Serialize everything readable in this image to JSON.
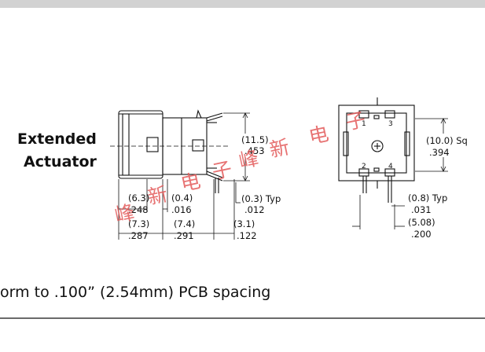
{
  "label": {
    "line1": "Extended",
    "line2": "Actuator"
  },
  "side_view": {
    "height_mm": "(11.5)",
    "height_in": ".453",
    "thk_mm": "(0.3) Typ",
    "thk_in": ".012",
    "d1_mm": "(6.3)",
    "d1_in": ".248",
    "d2_mm": "(0.4)",
    "d2_in": ".016",
    "d3_mm": "(7.3)",
    "d3_in": ".287",
    "d4_mm": "(7.4)",
    "d4_in": ".291",
    "d5_mm": "(3.1)",
    "d5_in": ".122"
  },
  "top_view": {
    "size_mm": "(10.0) Sq",
    "size_in": ".394",
    "pin_mm": "(0.8) Typ",
    "pin_in": ".031",
    "pitch_mm": "(5.08)",
    "pitch_in": ".200",
    "pin_labels": [
      "1",
      "3",
      "2",
      "4"
    ]
  },
  "caption": "orm to .100” (2.54mm) PCB spacing",
  "watermark": {
    "chars": [
      "峰",
      "新",
      "电",
      "子",
      "峰",
      "新",
      "电",
      "子"
    ]
  },
  "colors": {
    "line": "#111111",
    "watermark": "#e35b5b",
    "bar": "#d2d2d2"
  }
}
